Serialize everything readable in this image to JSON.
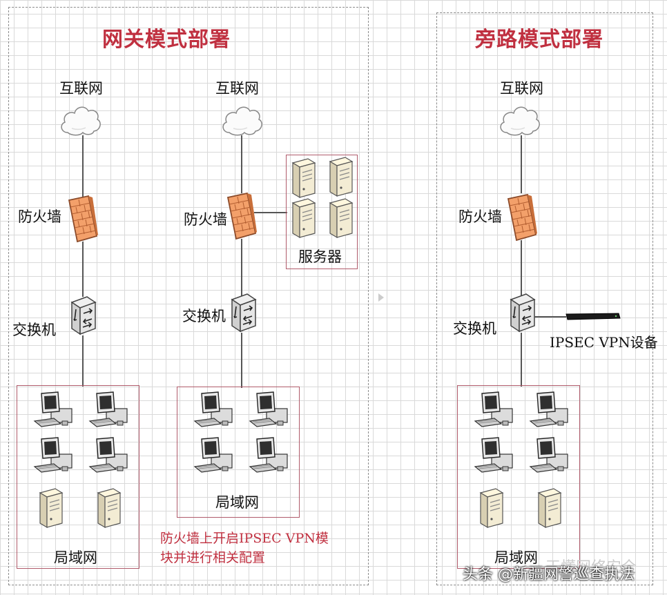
{
  "left_panel": {
    "title": "网关模式部署"
  },
  "right_panel": {
    "title": "旁路模式部署"
  },
  "diagram_a": {
    "internet": "互联网",
    "firewall": "防火墙",
    "switch": "交换机",
    "lan": "局域网"
  },
  "diagram_b": {
    "internet": "互联网",
    "firewall": "防火墙",
    "switch": "交换机",
    "lan": "局域网",
    "servers": "服务器",
    "note_line1": "防火墙上开启IPSEC VPN模",
    "note_line2": "块并进行相关配置"
  },
  "diagram_c": {
    "internet": "互联网",
    "firewall": "防火墙",
    "switch": "交换机",
    "lan": "局域网",
    "vpn_device": "IPSEC VPN设备"
  },
  "watermark": {
    "text": "头条 @新疆网警巡查执法",
    "faded": "天懂网络安全"
  },
  "icons": {
    "cloud": "cloud-icon",
    "firewall": "firewall-icon",
    "switch": "switch-icon",
    "pc": "pc-icon",
    "server": "server-icon",
    "vpn": "vpn-device-icon"
  }
}
